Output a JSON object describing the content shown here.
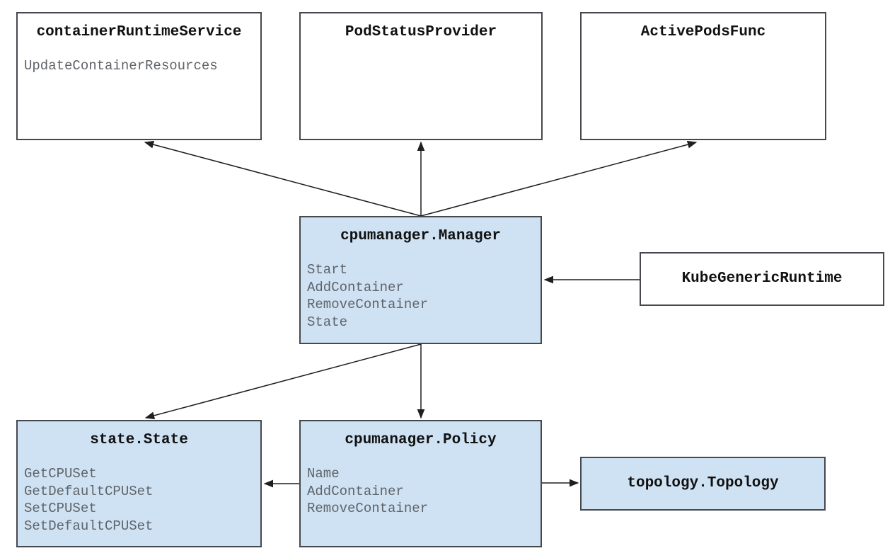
{
  "diagram": {
    "description": "cpumanager architecture diagram",
    "colors": {
      "background": "#ffffff",
      "node_fill_blue": "#cfe2f3",
      "node_fill_white": "#ffffff",
      "node_border": "#45484d",
      "title_text": "#111111",
      "method_text": "#5f6368",
      "arrow": "#1f1f1f"
    },
    "nodes": {
      "container_runtime_service": {
        "title": "containerRuntimeService",
        "methods": [
          "UpdateContainerResources"
        ],
        "fill": "white"
      },
      "pod_status_provider": {
        "title": "PodStatusProvider",
        "methods": [],
        "fill": "white"
      },
      "active_pods_func": {
        "title": "ActivePodsFunc",
        "methods": [],
        "fill": "white"
      },
      "cpumanager_manager": {
        "title": "cpumanager.Manager",
        "methods": [
          "Start",
          "AddContainer",
          "RemoveContainer",
          "State"
        ],
        "fill": "blue"
      },
      "kube_generic_runtime": {
        "title": "KubeGenericRuntime",
        "methods": [],
        "fill": "white"
      },
      "state_state": {
        "title": "state.State",
        "methods": [
          "GetCPUSet",
          "GetDefaultCPUSet",
          "SetCPUSet",
          "SetDefaultCPUSet"
        ],
        "fill": "blue"
      },
      "cpumanager_policy": {
        "title": "cpumanager.Policy",
        "methods": [
          "Name",
          "AddContainer",
          "RemoveContainer"
        ],
        "fill": "blue"
      },
      "topology_topology": {
        "title": "topology.Topology",
        "methods": [],
        "fill": "blue"
      }
    },
    "edges": [
      {
        "from": "cpumanager.Manager",
        "to": "containerRuntimeService"
      },
      {
        "from": "cpumanager.Manager",
        "to": "PodStatusProvider"
      },
      {
        "from": "cpumanager.Manager",
        "to": "ActivePodsFunc"
      },
      {
        "from": "KubeGenericRuntime",
        "to": "cpumanager.Manager"
      },
      {
        "from": "cpumanager.Manager",
        "to": "state.State"
      },
      {
        "from": "cpumanager.Manager",
        "to": "cpumanager.Policy"
      },
      {
        "from": "cpumanager.Policy",
        "to": "state.State"
      },
      {
        "from": "cpumanager.Policy",
        "to": "topology.Topology"
      }
    ]
  }
}
